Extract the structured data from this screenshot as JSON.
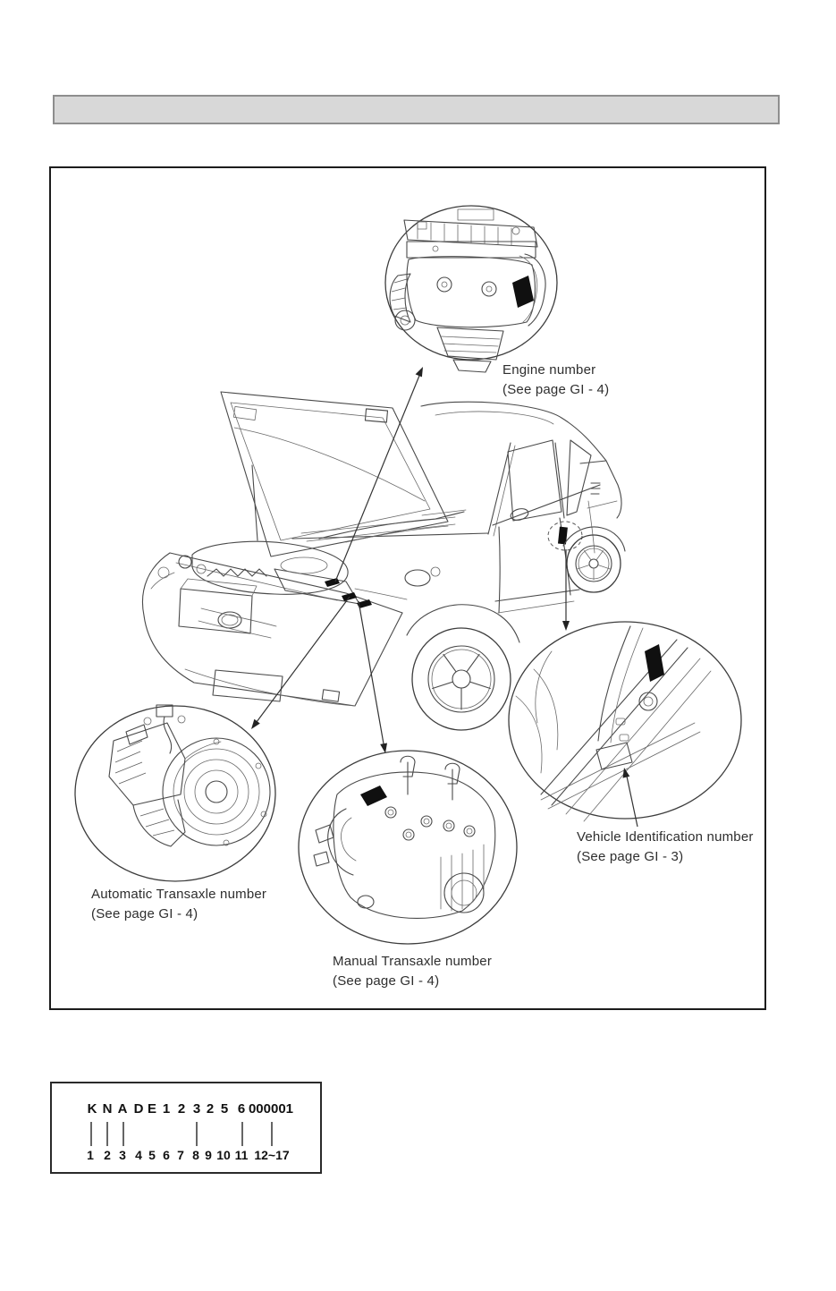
{
  "page": {
    "kind": "service-manual-page",
    "background": "#ffffff"
  },
  "header_bar": {
    "fill": "#d8d8d8",
    "border": "#8e8e8e",
    "text": ""
  },
  "diagram": {
    "line_color": "#4a4a4a",
    "box_border": "#1c1c1c",
    "marker_color": "#101010",
    "callouts": [
      {
        "name": "engine-number",
        "label": "Engine number",
        "page_ref": "(See page GI - 4)"
      },
      {
        "name": "automatic-transaxle-number",
        "label": "Automatic Transaxle number",
        "page_ref": "(See page GI - 4)"
      },
      {
        "name": "manual-transaxle-number",
        "label": "Manual Transaxle number",
        "page_ref": "(See page GI - 4)"
      },
      {
        "name": "vehicle-identification-number",
        "label": "Vehicle Identification number",
        "page_ref": "(See page GI - 3)"
      }
    ]
  },
  "vin_breakdown": {
    "characters": [
      "K",
      "N",
      "A",
      "D",
      "E",
      "1",
      "2",
      "3",
      "2",
      "5",
      "6",
      "000001"
    ],
    "positions": [
      "1",
      "2",
      "3",
      "4",
      "5",
      "6",
      "7",
      "8",
      "9",
      "10",
      "11",
      "12~17"
    ]
  }
}
